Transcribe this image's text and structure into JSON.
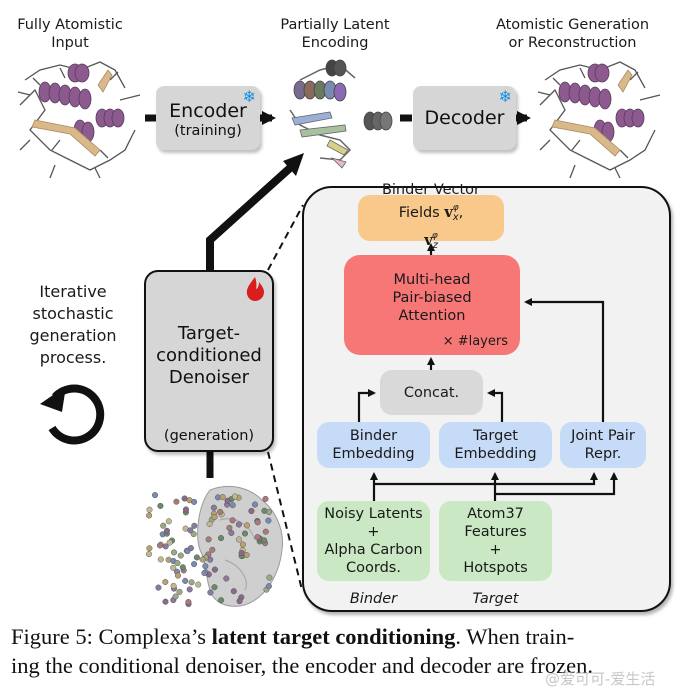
{
  "top_labels": {
    "input": [
      "Fully Atomistic",
      "Input"
    ],
    "latent": [
      "Partially Latent",
      "Encoding"
    ],
    "output": [
      "Atomistic Generation",
      "or Reconstruction"
    ]
  },
  "encoder": {
    "title": "Encoder",
    "subtitle": "(training)",
    "icon": "snowflake-icon"
  },
  "decoder": {
    "title": "Decoder",
    "icon": "snowflake-icon"
  },
  "denoiser": {
    "lines": [
      "Target-",
      "conditioned",
      "Denoiser"
    ],
    "subtitle": "(generation)",
    "icon": "flame-icon"
  },
  "iterative_label": [
    "Iterative",
    "stochastic",
    "generation",
    "process."
  ],
  "panel": {
    "output_box": {
      "line1": "Binder Vector",
      "line2_text": "Fields",
      "v": "v",
      "sub_x": "x",
      "sub_z": "z",
      "sup": "φ",
      "sep": ","
    },
    "attention": {
      "lines": [
        "Multi-head",
        "Pair-biased",
        "Attention"
      ],
      "repeat": "× #layers"
    },
    "concat": "Concat.",
    "binder_embedding": [
      "Binder",
      "Embedding"
    ],
    "target_embedding": [
      "Target",
      "Embedding"
    ],
    "joint_pair": [
      "Joint Pair",
      "Repr."
    ],
    "binder_input": [
      "Noisy Latents",
      "+",
      "Alpha Carbon",
      "Coords."
    ],
    "target_input": [
      "Atom37",
      "Features",
      "+",
      "Hotspots"
    ],
    "binder_label": "Binder",
    "target_label": "Target"
  },
  "caption": {
    "prefix": "Figure 5: Complexa’s ",
    "bold": "latent target conditioning",
    "suffix": ". When train-",
    "line2": "ing the conditional denoiser, the encoder and decoder are frozen."
  },
  "watermark": "@爱可可-爱生活",
  "colors": {
    "orange": "#f8c98b",
    "red": "#f77777",
    "blue": "#c6dbf7",
    "green": "#c9e8c3",
    "gray": "#d6d6d6",
    "snowflake": "#1e8fe0",
    "flame": "#d81e1e",
    "helix": "#8c5a8e",
    "sheet": "#d9b98a"
  }
}
